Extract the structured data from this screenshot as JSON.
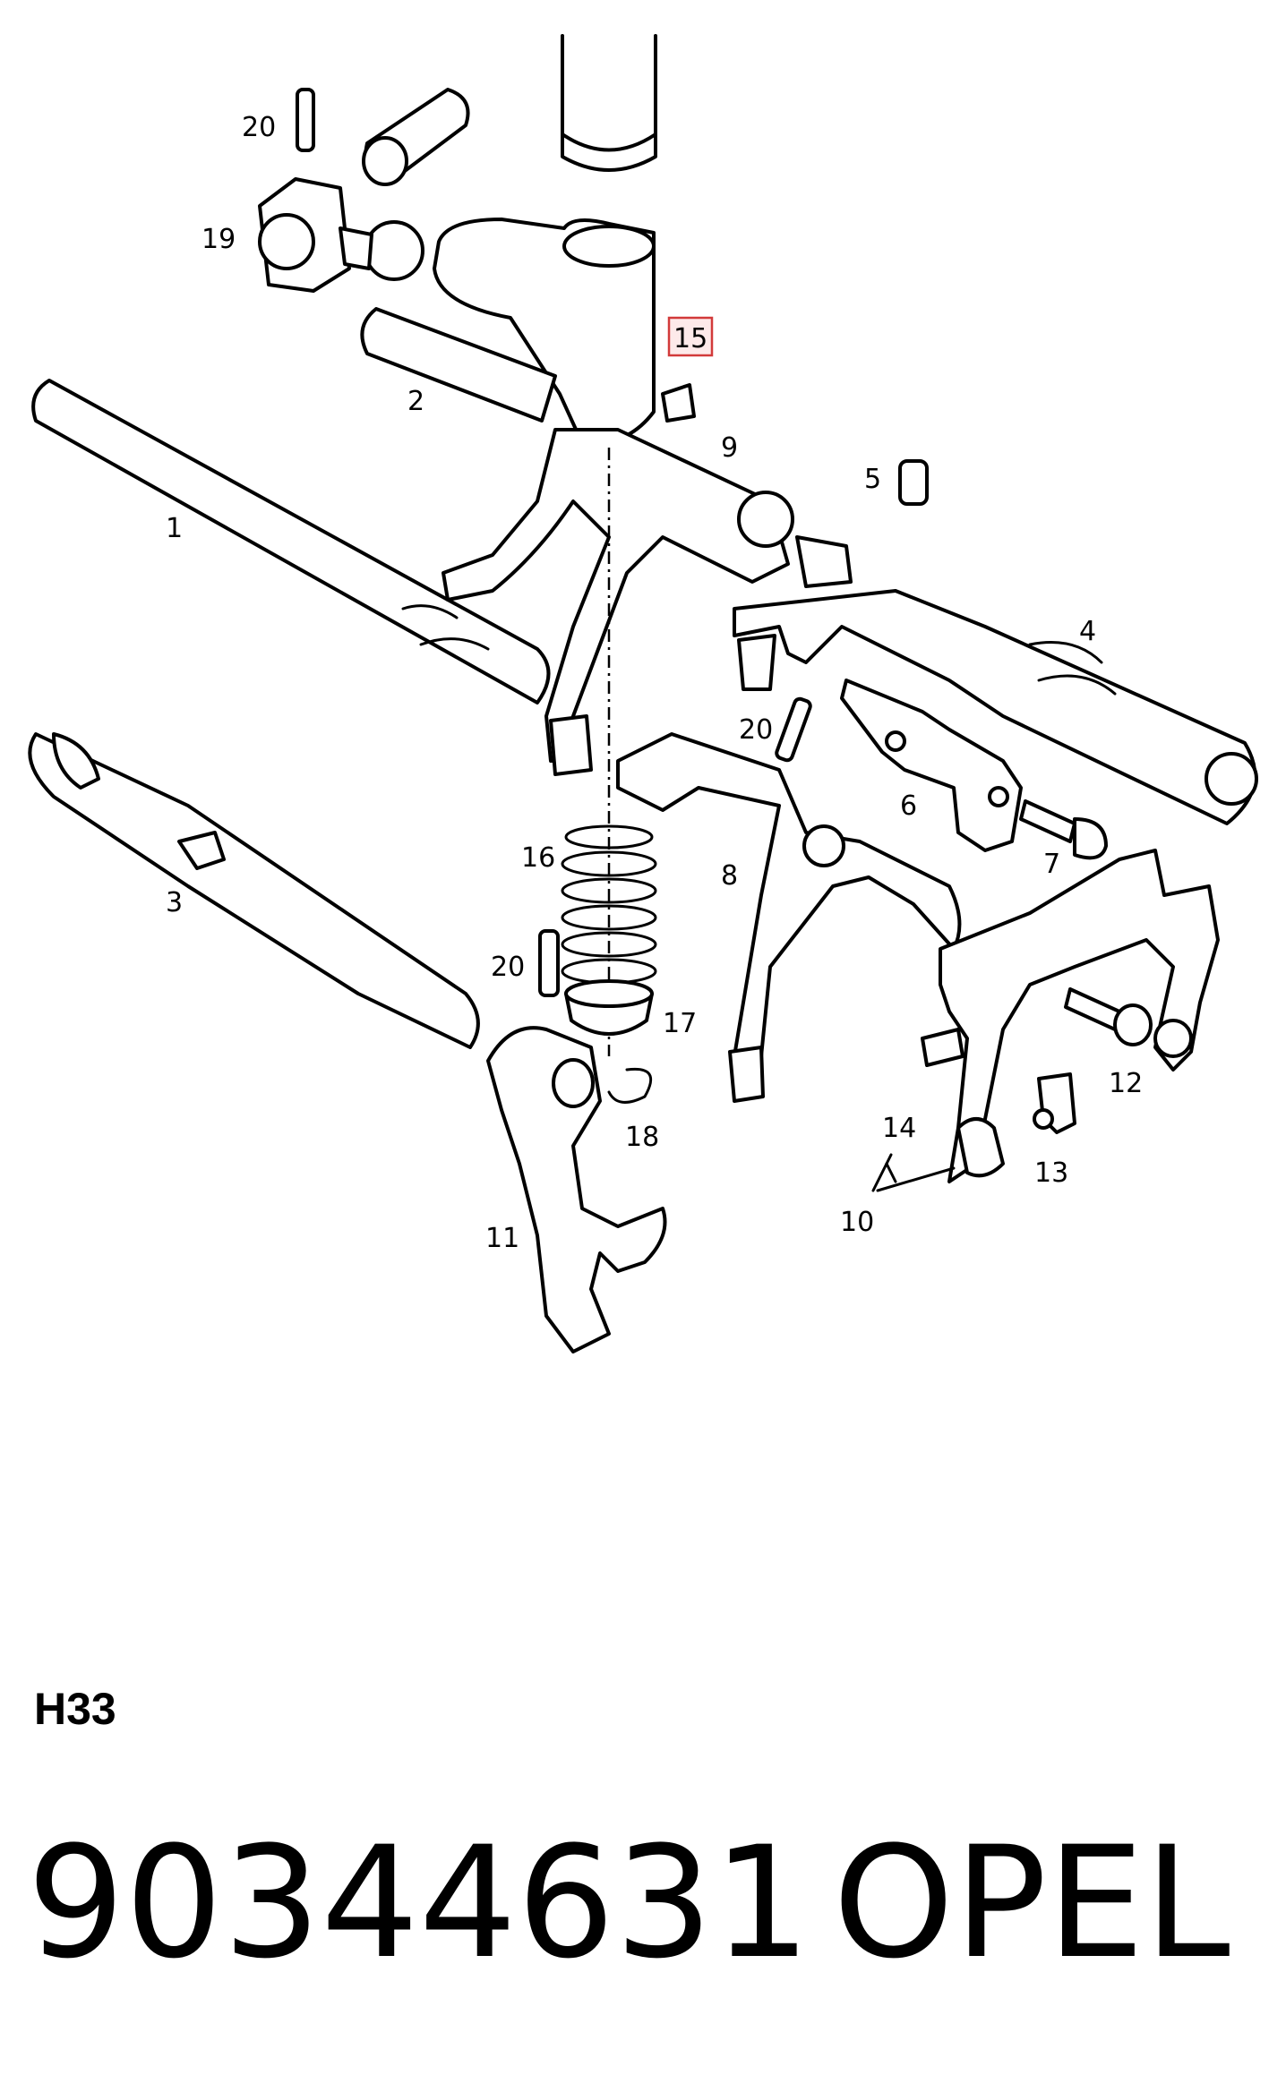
{
  "diagram": {
    "highlighted_callout": "15",
    "callouts": [
      "20",
      "19",
      "2",
      "1",
      "9",
      "5",
      "4",
      "20",
      "6",
      "7",
      "3",
      "16",
      "8",
      "20",
      "17",
      "18",
      "11",
      "12",
      "14",
      "13",
      "10"
    ]
  },
  "footer": {
    "variant": "H33",
    "part_number": "90344631",
    "brand": "OPEL"
  }
}
